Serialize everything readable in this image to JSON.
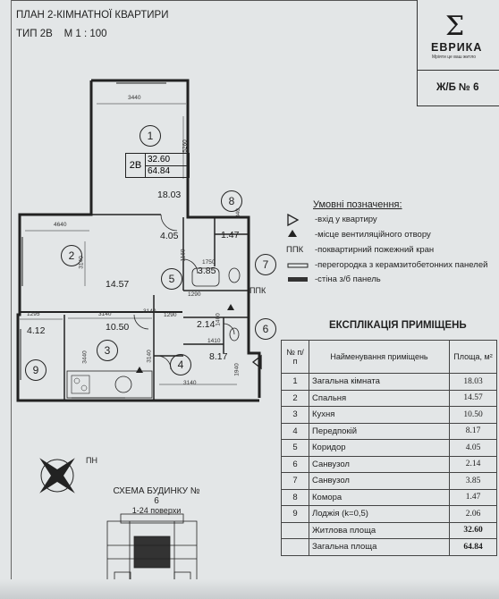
{
  "header": {
    "title": "ПЛАН 2-КІМНАТНОЇ КВАРТИРИ",
    "type_line": "ТИП 2В",
    "scale": "М 1 : 100"
  },
  "logo": {
    "symbol": "Σ",
    "name": "ЕВРИКА",
    "tagline": "Мріяти це ваш житло",
    "sheet_no": "Ж/Б № 6"
  },
  "plan": {
    "apartment_type": "2В",
    "living_area": "32.60",
    "total_area": "64.84",
    "rooms": [
      {
        "num": "1",
        "area": "18.03"
      },
      {
        "num": "2",
        "area": "14.57"
      },
      {
        "num": "3",
        "area": "10.50"
      },
      {
        "num": "4",
        "area": "8.17"
      },
      {
        "num": "5",
        "area": "4.05"
      },
      {
        "num": "6",
        "area": "2.14"
      },
      {
        "num": "7",
        "area": "3.85"
      },
      {
        "num": "8",
        "area": "1.47"
      },
      {
        "num": "9",
        "area": "4.12"
      }
    ],
    "dims": {
      "d3440": "3440",
      "d5260": "5260",
      "d4640": "4640",
      "d3140a": "3140",
      "d1295": "1295",
      "d3140b": "3140",
      "d1290a": "1290",
      "d1290b": "1290",
      "d1750": "1750",
      "d1410": "1410",
      "d1940": "1940",
      "d3140c": "3140",
      "d3140d": "3140",
      "d840": "840",
      "d1160": "1160",
      "d1460": "1460",
      "d3440b": "3440",
      "d3140e": "3140"
    },
    "ppk": "ППК"
  },
  "legend": {
    "title": "Умовні позначення:",
    "items": [
      {
        "symbol": "triangle",
        "text": "-вхід у квартиру"
      },
      {
        "symbol": "small-triangle",
        "text": "-місце вентиляційного отвору"
      },
      {
        "symbol": "ППК",
        "text": "-поквартирний пожежний кран"
      },
      {
        "symbol": "line-thin",
        "text": "-перегородка з керамзитобетонних панелей"
      },
      {
        "symbol": "line-thick",
        "text": "-стіна з/б панель"
      }
    ]
  },
  "explication": {
    "title": "ЕКСПЛІКАЦІЯ ПРИМІЩЕНЬ",
    "head_num": "№ п/п",
    "head_name": "Найменування приміщень",
    "head_area": "Площа, м²",
    "rows": [
      {
        "n": "1",
        "name": "Загальна кімната",
        "area": "18.03"
      },
      {
        "n": "2",
        "name": "Спальня",
        "area": "14.57"
      },
      {
        "n": "3",
        "name": "Кухня",
        "area": "10.50"
      },
      {
        "n": "4",
        "name": "Передпокій",
        "area": "8.17"
      },
      {
        "n": "5",
        "name": "Коридор",
        "area": "4.05"
      },
      {
        "n": "6",
        "name": "Санвузол",
        "area": "2.14"
      },
      {
        "n": "7",
        "name": "Санвузол",
        "area": "3.85"
      },
      {
        "n": "8",
        "name": "Комора",
        "area": "1.47"
      },
      {
        "n": "9",
        "name": "Лоджія (k=0,5)",
        "area": "2.06"
      }
    ],
    "living_label": "Житлова площа",
    "living_value": "32.60",
    "total_label": "Загальна площа",
    "total_value": "64.84"
  },
  "schema": {
    "line1": "СХЕМА БУДИНКУ № 6",
    "line2": "1-24 поверхи"
  },
  "compass": {
    "label": "ПН"
  }
}
